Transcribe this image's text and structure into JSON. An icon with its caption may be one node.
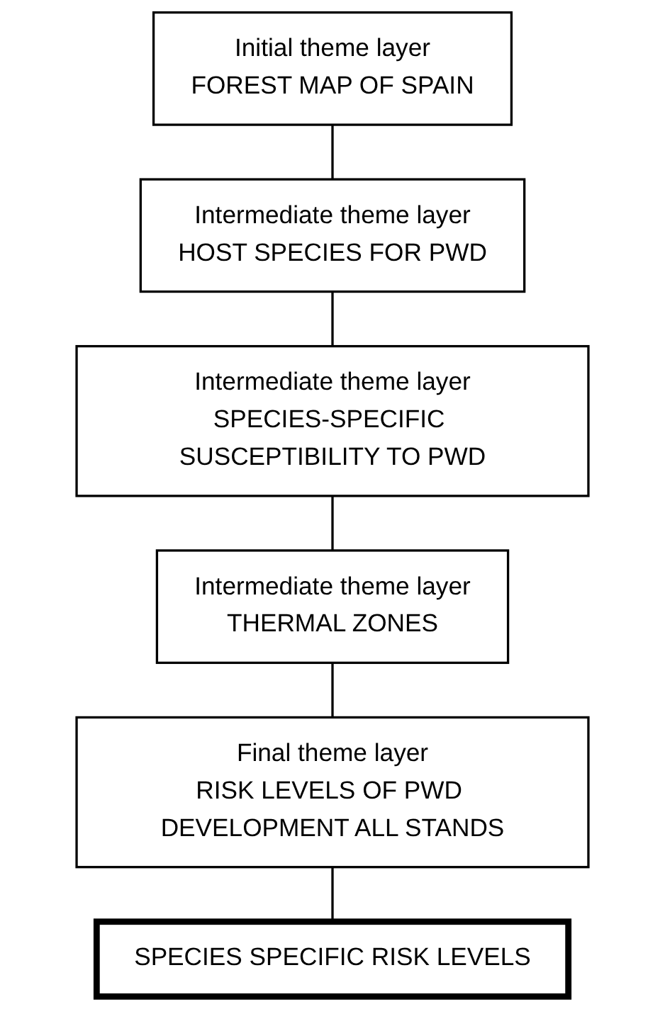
{
  "diagram": {
    "nodes": [
      {
        "text": [
          "Initial theme layer",
          "FOREST MAP OF SPAIN"
        ]
      },
      {
        "text": [
          "Intermediate theme layer",
          "HOST SPECIES FOR PWD"
        ]
      },
      {
        "text": [
          "Intermediate theme layer",
          "SPECIES-SPECIFIC SUSCEPTIBILITY TO PWD"
        ]
      },
      {
        "text": [
          "Intermediate theme layer",
          "THERMAL ZONES"
        ]
      },
      {
        "text": [
          "Final theme layer",
          "RISK LEVELS OF PWD DEVELOPMENT ALL STANDS"
        ]
      },
      {
        "text": [
          "SPECIES SPECIFIC RISK LEVELS"
        ]
      }
    ],
    "edges": [
      {
        "from": 0,
        "to": 1,
        "arrow": "none"
      },
      {
        "from": 1,
        "to": 2,
        "arrow": "none"
      },
      {
        "from": 2,
        "to": 3,
        "arrow": "none"
      },
      {
        "from": 3,
        "to": 4,
        "arrow": "none"
      },
      {
        "from": 4,
        "to": 5,
        "arrow": "none"
      }
    ]
  }
}
